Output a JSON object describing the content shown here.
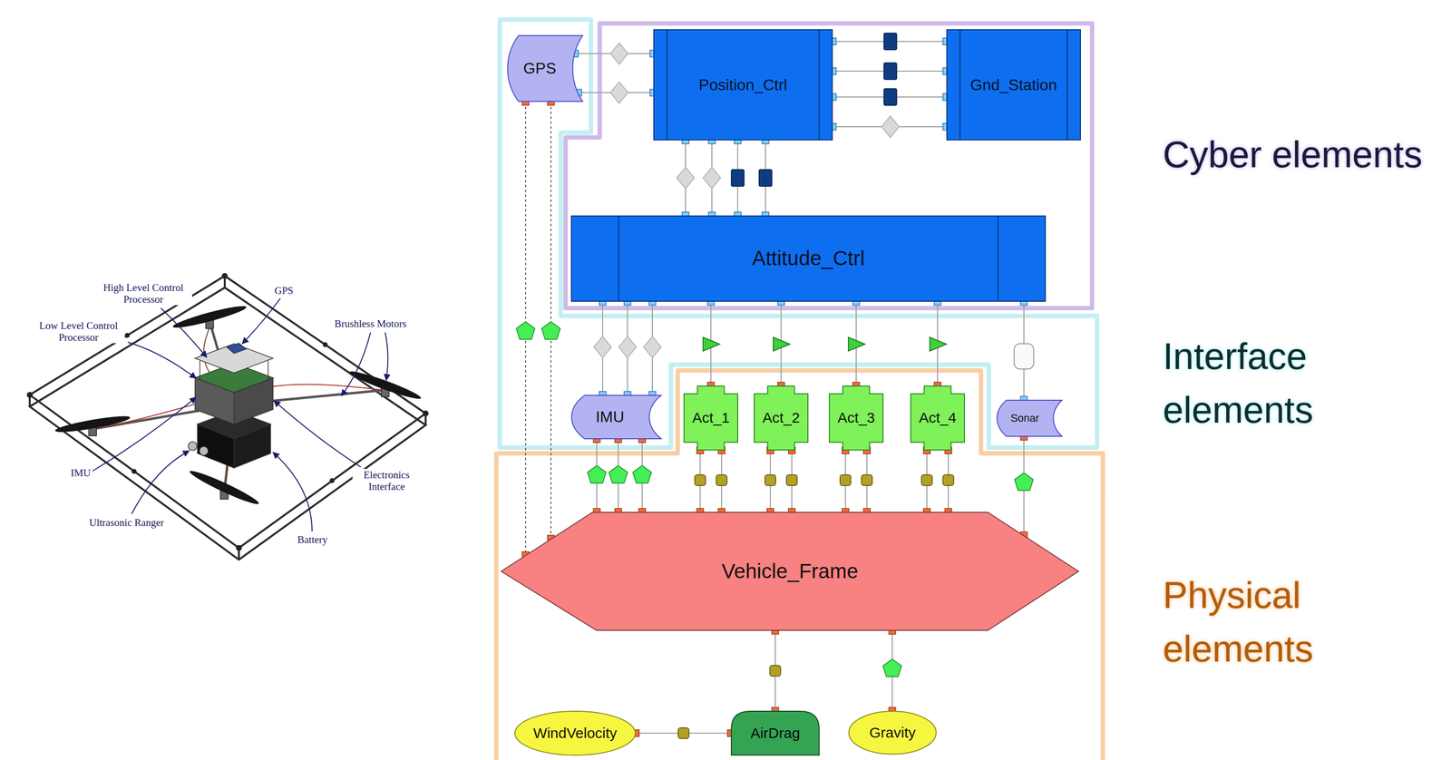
{
  "diagram": {
    "nodes": [
      {
        "text": [
          "GPS"
        ]
      },
      {
        "text": [
          "Position_Ctrl"
        ]
      },
      {
        "text": [
          "Gnd_Station"
        ]
      },
      {
        "text": [
          "Attitude_Ctrl"
        ]
      },
      {
        "text": [
          "IMU"
        ]
      },
      {
        "text": [
          "Act_1"
        ]
      },
      {
        "text": [
          "Act_2"
        ]
      },
      {
        "text": [
          "Act_3"
        ]
      },
      {
        "text": [
          "Act_4"
        ]
      },
      {
        "text": [
          "Sonar"
        ]
      },
      {
        "text": [
          "Vehicle_Frame"
        ]
      },
      {
        "text": [
          "WindVelocity"
        ]
      },
      {
        "text": [
          "AirDrag"
        ]
      },
      {
        "text": [
          "Gravity"
        ]
      }
    ],
    "edges": [
      {
        "from": 0,
        "to": 1,
        "arrow": "none"
      },
      {
        "from": 0,
        "to": 1,
        "arrow": "none"
      },
      {
        "from": 1,
        "to": 2,
        "arrow": "none"
      },
      {
        "from": 1,
        "to": 2,
        "arrow": "none"
      },
      {
        "from": 1,
        "to": 2,
        "arrow": "none"
      },
      {
        "from": 1,
        "to": 2,
        "arrow": "none"
      },
      {
        "from": 1,
        "to": 3,
        "arrow": "none"
      },
      {
        "from": 1,
        "to": 3,
        "arrow": "none"
      },
      {
        "from": 1,
        "to": 3,
        "arrow": "none"
      },
      {
        "from": 1,
        "to": 3,
        "arrow": "none"
      },
      {
        "from": 3,
        "to": 4,
        "arrow": "none"
      },
      {
        "from": 3,
        "to": 4,
        "arrow": "none"
      },
      {
        "from": 3,
        "to": 4,
        "arrow": "none"
      },
      {
        "from": 3,
        "to": 5,
        "arrow": "none"
      },
      {
        "from": 3,
        "to": 6,
        "arrow": "none"
      },
      {
        "from": 3,
        "to": 7,
        "arrow": "none"
      },
      {
        "from": 3,
        "to": 8,
        "arrow": "none"
      },
      {
        "from": 3,
        "to": 9,
        "arrow": "none"
      },
      {
        "from": 0,
        "to": 10,
        "arrow": "none"
      },
      {
        "from": 0,
        "to": 10,
        "arrow": "none"
      },
      {
        "from": 4,
        "to": 10,
        "arrow": "none"
      },
      {
        "from": 4,
        "to": 10,
        "arrow": "none"
      },
      {
        "from": 4,
        "to": 10,
        "arrow": "none"
      },
      {
        "from": 5,
        "to": 10,
        "arrow": "none"
      },
      {
        "from": 5,
        "to": 10,
        "arrow": "none"
      },
      {
        "from": 6,
        "to": 10,
        "arrow": "none"
      },
      {
        "from": 6,
        "to": 10,
        "arrow": "none"
      },
      {
        "from": 7,
        "to": 10,
        "arrow": "none"
      },
      {
        "from": 7,
        "to": 10,
        "arrow": "none"
      },
      {
        "from": 8,
        "to": 10,
        "arrow": "none"
      },
      {
        "from": 8,
        "to": 10,
        "arrow": "none"
      },
      {
        "from": 9,
        "to": 10,
        "arrow": "none"
      },
      {
        "from": 10,
        "to": 12,
        "arrow": "none"
      },
      {
        "from": 10,
        "to": 13,
        "arrow": "none"
      },
      {
        "from": 11,
        "to": 12,
        "arrow": "none"
      }
    ],
    "labels": [
      "High Level Control Processor",
      "GPS",
      "Low Level Control Processor",
      "Brushless Motors",
      "IMU",
      "Electronics Interface",
      "Ultrasonic Ranger",
      "Battery",
      "Cyber elements",
      "Interface elements",
      "Physical elements"
    ]
  }
}
